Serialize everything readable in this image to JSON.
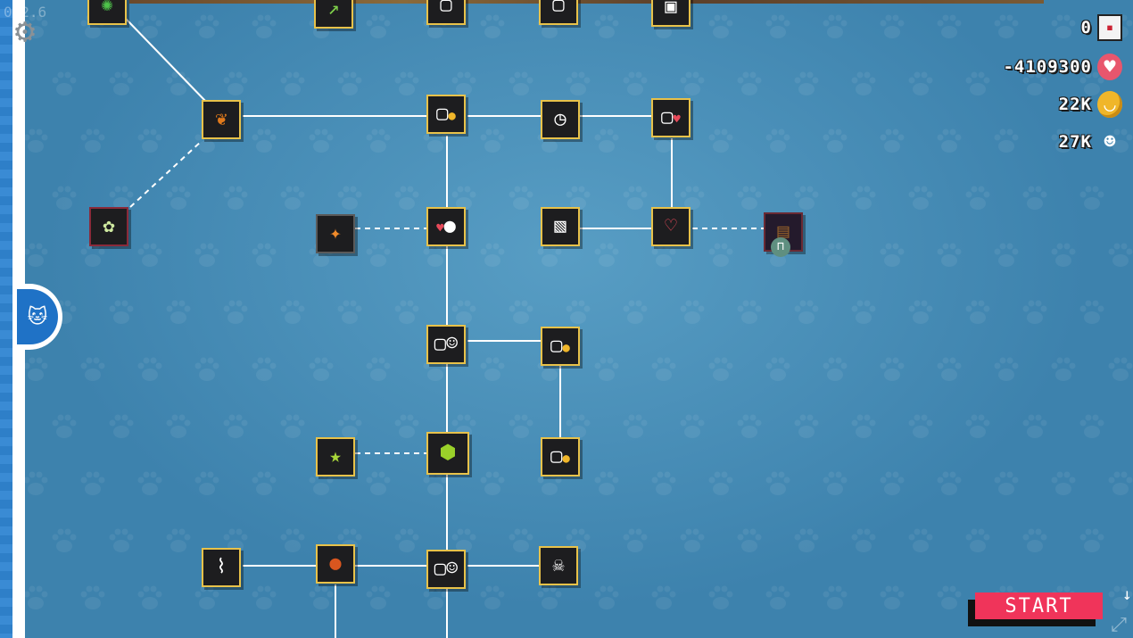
{
  "version": "0.2.6",
  "settings_icon": "gear-icon",
  "cat_tab_icon": "cat-head-icon",
  "stats": [
    {
      "name": "photos",
      "value": "0",
      "icon": "photo-card-icon",
      "color": "#f3f3f3"
    },
    {
      "name": "hearts",
      "value": "-4109300",
      "icon": "heart-icon",
      "color": "#e8566d"
    },
    {
      "name": "coins",
      "value": "22K",
      "icon": "coin-icon",
      "color": "#f0b62a"
    },
    {
      "name": "fans",
      "value": "27K",
      "icon": "fan-icon",
      "color": "#ffffff"
    }
  ],
  "start_label": "START",
  "expand_icon": "fullscreen-icon",
  "colors": {
    "accent": "#f0345a",
    "node_border": "#e8c24a",
    "background": "#3d82ad"
  },
  "upgrade_nodes": [
    {
      "id": "grass",
      "icon": "grass-icon"
    },
    {
      "id": "chart",
      "icon": "growth-chart-icon"
    },
    {
      "id": "top-photo-1",
      "icon": "photo-upgrade-icon"
    },
    {
      "id": "top-photo-2",
      "icon": "photo-upgrade-icon"
    },
    {
      "id": "top-photo-3",
      "icon": "photo-stack-icon"
    },
    {
      "id": "leaf",
      "icon": "maple-leaf-icon"
    },
    {
      "id": "photo-coin-1",
      "icon": "photo-to-coin-icon"
    },
    {
      "id": "camera-timer",
      "icon": "camera-timer-icon"
    },
    {
      "id": "photo-heart",
      "icon": "photo-to-heart-icon"
    },
    {
      "id": "dandelion",
      "icon": "dandelion-icon"
    },
    {
      "id": "cat-photo",
      "icon": "cat-photo-icon"
    },
    {
      "id": "love-person",
      "icon": "love-person-icon"
    },
    {
      "id": "photo-stack",
      "icon": "photo-stack-icon"
    },
    {
      "id": "heart-frame",
      "icon": "heart-frame-icon"
    },
    {
      "id": "locked",
      "icon": "locked-photo-icon"
    },
    {
      "id": "photo-fan-1",
      "icon": "photo-to-fan-icon"
    },
    {
      "id": "photo-coin-2",
      "icon": "photo-to-coin-icon"
    },
    {
      "id": "photo-coin-3",
      "icon": "photo-to-coin-icon"
    },
    {
      "id": "cat-star",
      "icon": "cat-star-icon"
    },
    {
      "id": "green-rock",
      "icon": "green-rock-icon"
    },
    {
      "id": "night-sketch",
      "icon": "night-sketch-icon"
    },
    {
      "id": "orange-planets",
      "icon": "orange-planets-icon"
    },
    {
      "id": "photo-fan-2",
      "icon": "photo-to-fan-icon"
    },
    {
      "id": "skull-photo",
      "icon": "skull-photo-icon"
    }
  ]
}
